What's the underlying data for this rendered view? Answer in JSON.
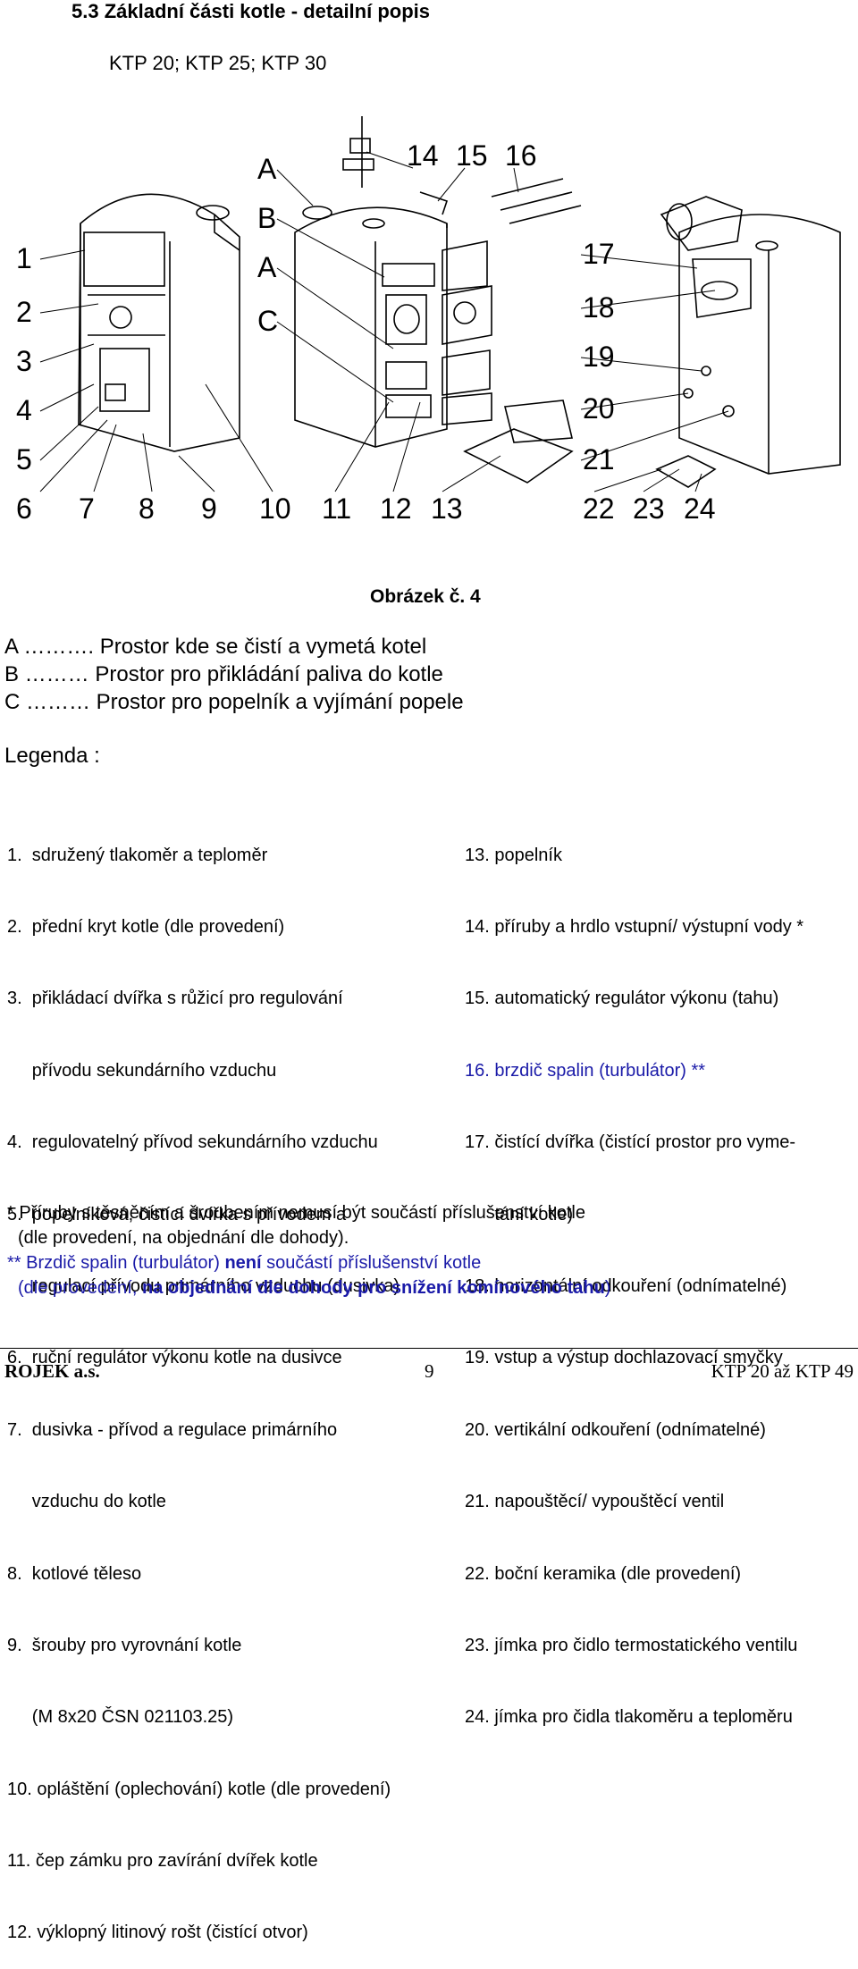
{
  "header": {
    "title": "5.3 Základní části kotle - detailní popis",
    "subtitle": "KTP 20; KTP 25; KTP 30"
  },
  "figure": {
    "labels_left": [
      "1",
      "2",
      "3",
      "4",
      "5",
      "6",
      "7",
      "8",
      "9",
      "10",
      "11",
      "12",
      "13"
    ],
    "labels_zone": [
      "A",
      "B",
      "A",
      "C"
    ],
    "labels_top": [
      "14",
      "15",
      "16"
    ],
    "labels_right": [
      "17",
      "18",
      "19",
      "20",
      "21",
      "22",
      "23",
      "24"
    ],
    "caption": "Obrázek č. 4"
  },
  "sections": {
    "a": "A ………. Prostor kde se čistí a vymetá kotel",
    "b": "B ……… Prostor pro přikládání paliva do kotle",
    "c": "C ……… Prostor pro popelník a vyjímání popele"
  },
  "legend": {
    "title": "Legenda :",
    "left": [
      "1.  sdružený tlakoměr a teploměr",
      "2.  přední kryt kotle (dle provedení)",
      "3.  přikládací dvířka s růžicí pro regulování",
      "     přívodu sekundárního vzduchu",
      "4.  regulovatelný přívod sekundárního vzduchu",
      "5.  popelníková, čistící dvířka s přívodem a",
      "     regulací přívodu primárního vzduchu (dusivka)",
      "6.  ruční regulátor výkonu kotle na dusivce",
      "7.  dusivka - přívod a regulace primárního",
      "     vzduchu do kotle",
      "8.  kotlové těleso",
      "9.  šrouby pro vyrovnání kotle",
      "     (M 8x20 ČSN 021103.25)",
      "10. opláštění (oplechování) kotle (dle provedení)",
      "11. čep zámku pro zavírání dvířek kotle",
      "12. výklopný litinový rošt (čistící otvor)"
    ],
    "right": [
      "13. popelník",
      "14. příruby a hrdlo vstupní/ výstupní vody *",
      "15. automatický regulátor výkonu (tahu)",
      "16. brzdič spalin (turbulátor) **",
      "17. čistící dvířka (čistící prostor pro vyme-",
      "      tání kotle)",
      "18. horizontální odkouření (odnímatelné)",
      "19. vstup a výstup dochlazovací smyčky",
      "20. vertikální odkouření (odnímatelné)",
      "21. napouštěcí/ vypouštěcí ventil",
      "22. boční keramika (dle provedení)",
      "23. jímka pro čidlo termostatického ventilu",
      "24. jímka pro čidla tlakoměru a teploměru"
    ]
  },
  "notes": {
    "n1a": "* Příruby s těsněním a šroubením nemusí být  součástí příslušenství kotle",
    "n1b": "(dle provedení, na objednání dle dohody).",
    "n2a_1": "** Brzdič spalin (turbulátor) ",
    "n2a_2": "není",
    "n2a_3": " součástí příslušenství kotle",
    "n2b_1": "(dle provedení, ",
    "n2b_2": "na objednání dle dohody pro snížení komínového tahu",
    "n2b_3": ")"
  },
  "footer": {
    "company": "ROJEK a.s.",
    "page": "9",
    "model": "KTP 20 až KTP 49"
  },
  "colors": {
    "note_blue": "#1a1aa8",
    "line": "#000000"
  }
}
